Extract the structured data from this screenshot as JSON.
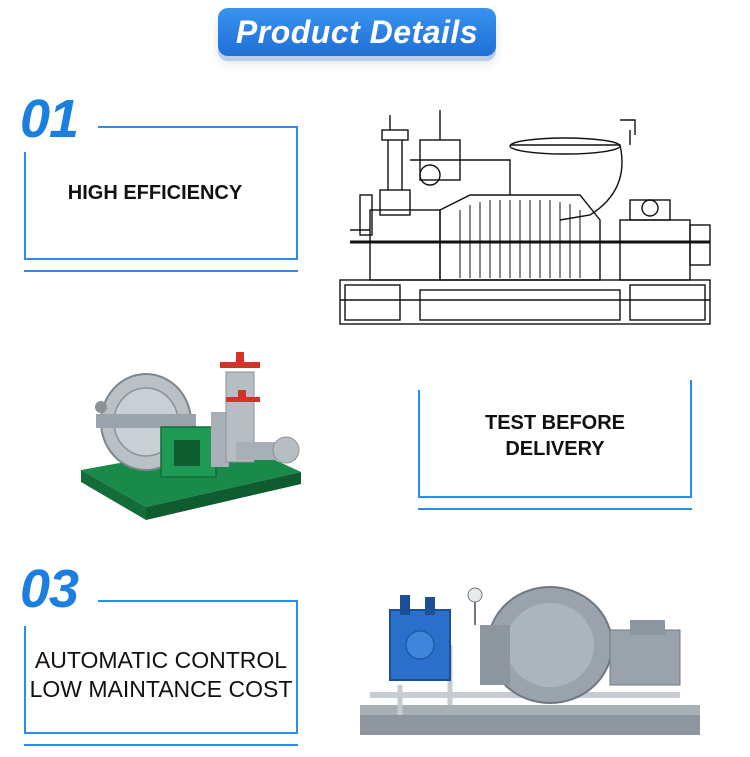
{
  "header": {
    "title": "Product Details"
  },
  "features": [
    {
      "number": "01",
      "line1": "HIGH EFFICIENCY"
    },
    {
      "number": "",
      "line1": "TEST BEFORE",
      "line2": "DELIVERY"
    },
    {
      "number": "03",
      "line1": "AUTOMATIC CONTROL",
      "line2": "LOW MAINTANCE COST"
    }
  ],
  "colors": {
    "accent": "#1b7fe0",
    "title_bg": "#2a84e8",
    "machine_green": "#1a8a4a",
    "machine_gray": "#9aa3ab",
    "machine_blue": "#2a6fc9",
    "valve_red": "#d1322a"
  },
  "images": [
    {
      "name": "turbine-line-drawing"
    },
    {
      "name": "green-base-turbine-photo"
    },
    {
      "name": "industrial-turbine-skid-photo"
    }
  ]
}
